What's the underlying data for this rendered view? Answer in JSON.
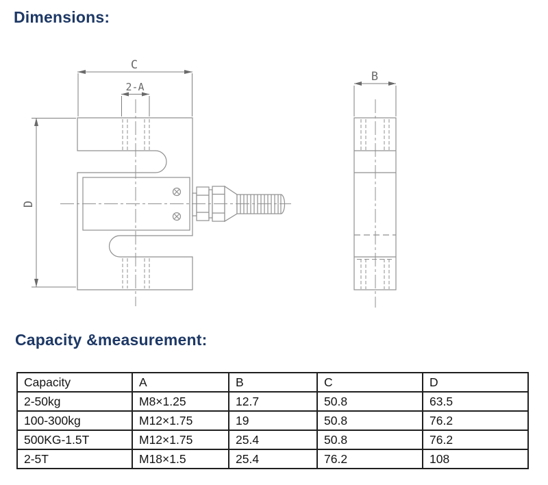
{
  "headings": {
    "dimensions": "Dimensions:",
    "capacity": "Capacity &measurement:"
  },
  "drawing": {
    "front_view": {
      "width_label": "C",
      "thread_label": "2-A",
      "height_label": "D"
    },
    "side_view": {
      "width_label": "B"
    }
  },
  "table": {
    "headers": [
      "Capacity",
      "A",
      "B",
      "C",
      "D"
    ],
    "rows": [
      [
        "2-50kg",
        "M8×1.25",
        "12.7",
        "50.8",
        "63.5"
      ],
      [
        "100-300kg",
        "M12×1.75",
        "19",
        "50.8",
        "76.2"
      ],
      [
        "500KG-1.5T",
        "M12×1.75",
        "25.4",
        "50.8",
        "76.2"
      ],
      [
        "2-5T",
        "M18×1.5",
        "25.4",
        "76.2",
        "108"
      ]
    ]
  },
  "colors": {
    "heading": "#1d3865",
    "drawing_line": "#8f8f8f",
    "dimension_text": "#6a6a6a",
    "table_border": "#1f1f1f"
  }
}
